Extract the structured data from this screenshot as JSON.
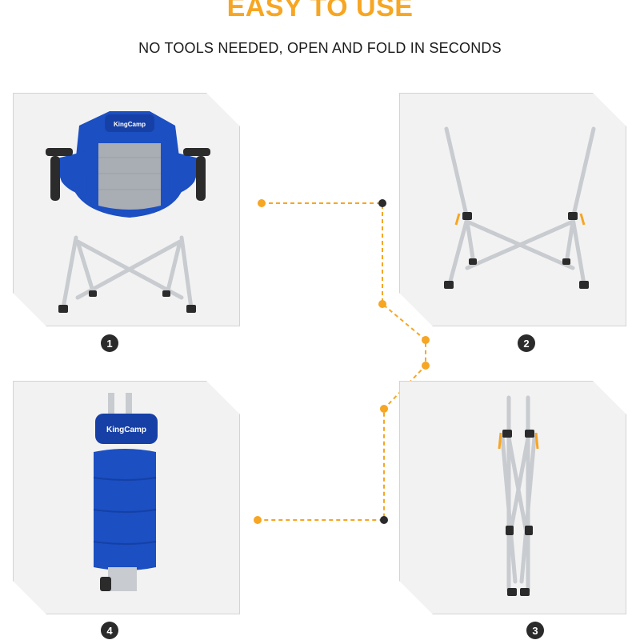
{
  "header": {
    "title": "EASY TO USE",
    "subtitle": "NO TOOLS NEEDED, OPEN AND FOLD IN SECONDS"
  },
  "colors": {
    "accent": "#f6a623",
    "chair_blue": "#1b4fc2",
    "mesh_gray": "#a9adb4",
    "frame_silver": "#c8cbcf",
    "badge": "#2b2b2b"
  },
  "steps": [
    {
      "number": "1",
      "brand": "KingCamp",
      "icon": "hammock-chair-open-icon"
    },
    {
      "number": "2",
      "brand": "",
      "icon": "chair-frame-open-icon"
    },
    {
      "number": "3",
      "brand": "",
      "icon": "chair-frame-folded-icon"
    },
    {
      "number": "4",
      "brand": "KingCamp",
      "icon": "chair-folded-icon"
    }
  ]
}
